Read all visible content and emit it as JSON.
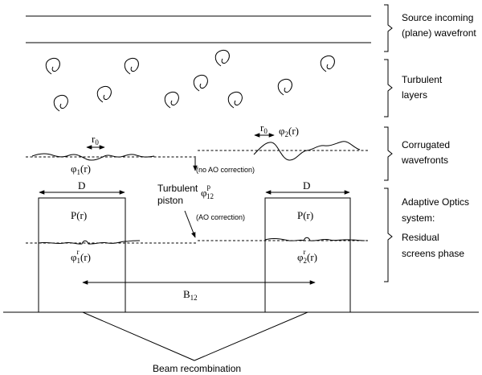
{
  "labels": {
    "source": [
      "Source incoming",
      "(plane) wavefront"
    ],
    "turbulent_layers": [
      "Turbulent",
      "layers"
    ],
    "corrugated": [
      "Corrugated",
      "wavefronts"
    ],
    "ao_system": [
      "Adaptive Optics",
      "system:",
      "Residual",
      "screens phase"
    ],
    "turbulent_piston": [
      "Turbulent",
      "piston"
    ],
    "no_ao": "(no AO correction)",
    "ao": "(AO correction)",
    "beam_recombination": "Beam recombination"
  },
  "symbols": {
    "phi": "φ",
    "r0_main": "r",
    "r0_sub": "0",
    "phi1_arg": "(r)",
    "phi1_sub": "1",
    "phi2_sub": "2",
    "phi12_sub": "12",
    "phi12_sup": "p",
    "residual_sup": "r",
    "diameter": "D",
    "pupil": "P(r)",
    "baseline_main": "B",
    "baseline_sub": "12"
  }
}
